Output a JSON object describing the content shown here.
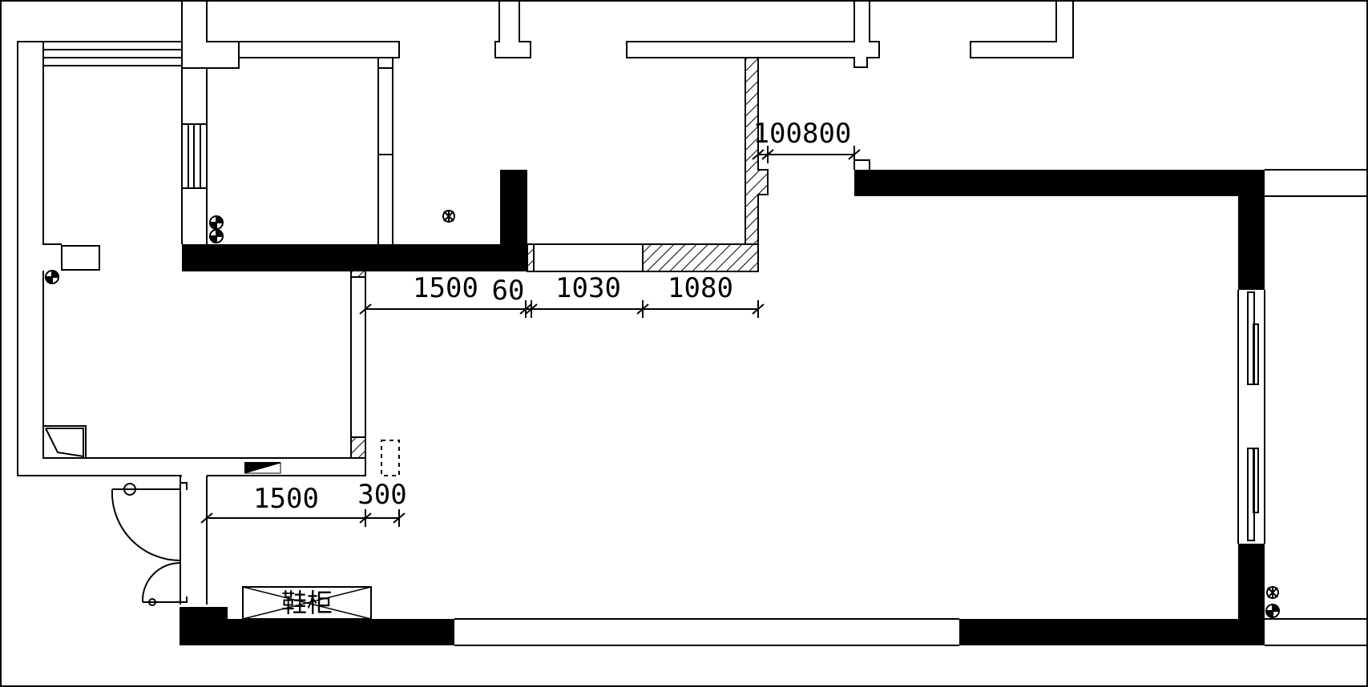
{
  "drawing": {
    "colors": {
      "ink": "#000000",
      "paper": "#ffffff",
      "wall": "#000000"
    },
    "dimensions": {
      "top_row": [
        "1500",
        "60",
        "1030",
        "1080"
      ],
      "upper_right": "100800",
      "lower_left": [
        "1500",
        "300"
      ]
    },
    "labels": {
      "shoe_cabinet": "鞋柜"
    },
    "symbols": [
      "socket-icon",
      "socket-icon",
      "socket-icon",
      "socket-icon",
      "socket-icon",
      "socket-icon"
    ]
  }
}
